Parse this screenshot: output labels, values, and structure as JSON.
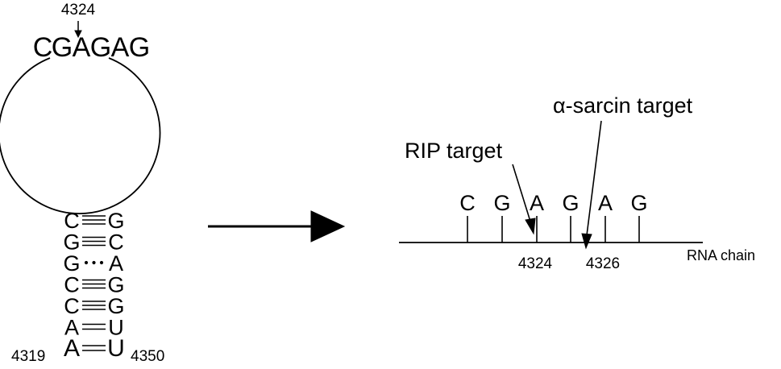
{
  "hairpin": {
    "loop_top_number": "4324",
    "loop_sequence": [
      "C",
      "G",
      "A",
      "G",
      "A",
      "G"
    ],
    "stem_pairs": [
      {
        "left": "C",
        "right": "G",
        "bond": "triple"
      },
      {
        "left": "G",
        "right": "C",
        "bond": "triple"
      },
      {
        "left": "G",
        "right": "A",
        "bond": "dotted"
      },
      {
        "left": "C",
        "right": "G",
        "bond": "triple"
      },
      {
        "left": "C",
        "right": "G",
        "bond": "triple"
      },
      {
        "left": "A",
        "right": "U",
        "bond": "double"
      },
      {
        "left": "A",
        "right": "U",
        "bond": "double"
      }
    ],
    "bottom_left_number": "4319",
    "bottom_right_number": "4350"
  },
  "chain": {
    "bases": [
      "C",
      "G",
      "A",
      "G",
      "A",
      "G"
    ],
    "number_a": "4324",
    "number_b": "4326",
    "chain_label": "RNA chain",
    "rip_label": "RIP target",
    "sarcin_label": "α-sarcin target"
  }
}
